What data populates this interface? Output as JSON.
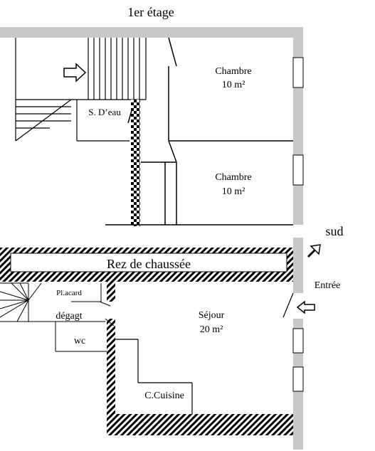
{
  "floors": {
    "upper": {
      "title": "1er étage",
      "rooms": [
        {
          "name": "Chambre",
          "area": "10 m²"
        },
        {
          "name": "Chambre",
          "area": "10 m²"
        }
      ],
      "bathroom": "S. D’eau"
    },
    "ground": {
      "title": "Rez de chaussée",
      "rooms": [
        {
          "name": "Séjour",
          "area": "20 m²"
        }
      ],
      "kitchen": "C.Cuisine",
      "closet": "Pl.acard",
      "hallway": "dégagt",
      "toilet": "wc",
      "entrance": "Entrée"
    }
  },
  "orientation": "sud",
  "colors": {
    "wall_gray": "#c8c8c8",
    "hatch_dark": "#000000",
    "line": "#000000",
    "background": "#ffffff"
  }
}
